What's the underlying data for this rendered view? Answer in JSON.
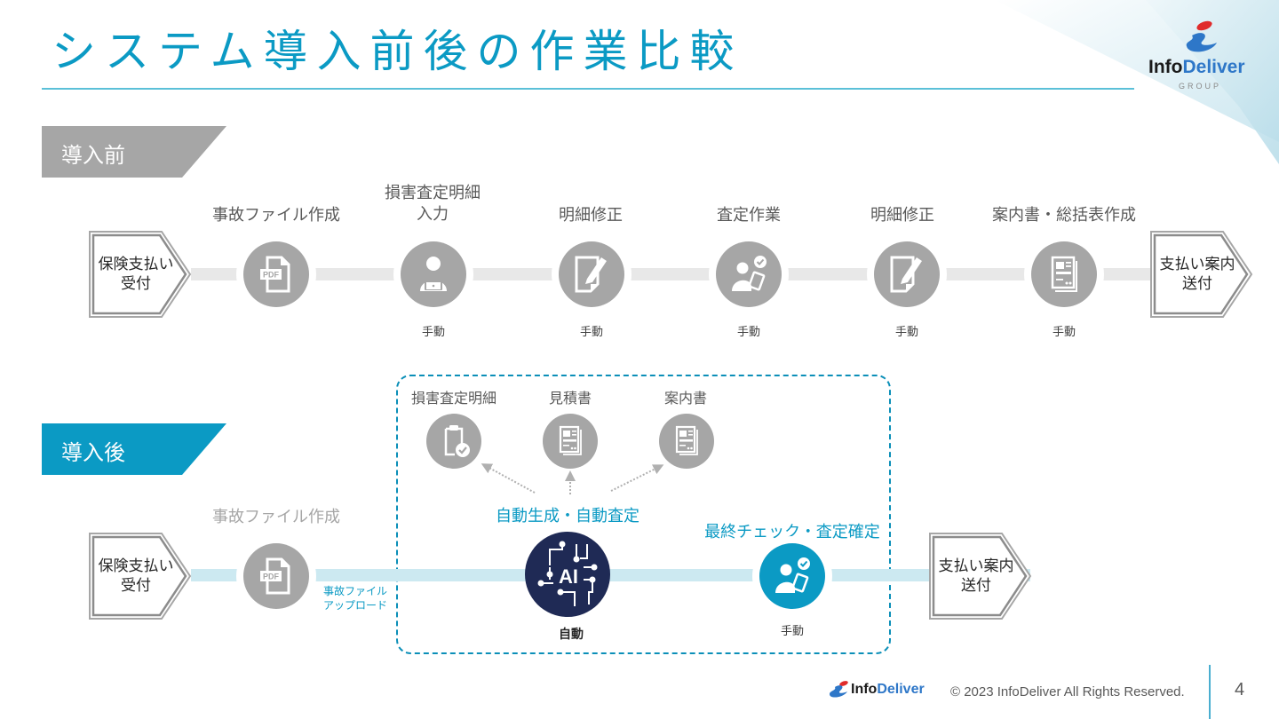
{
  "title": "システム導入前後の作業比較",
  "brand": {
    "name_part1": "Info",
    "name_part2": "Deliver",
    "group": "GROUP",
    "colors": {
      "accent": "#0b9ac4",
      "navy": "#1f2a55",
      "gray_icon": "#a6a6a6",
      "logo_blue": "#2e77c8",
      "logo_red": "#e02b2b"
    }
  },
  "before": {
    "banner": "導入前",
    "start": {
      "line1": "保険支払い",
      "line2": "受付"
    },
    "end": {
      "line1": "支払い案内",
      "line2": "送付"
    },
    "steps": [
      {
        "label_line1": "事故ファイル作成",
        "label_line2": "",
        "icon": "pdf-file-icon",
        "mode": ""
      },
      {
        "label_line1": "損害査定明細",
        "label_line2": "入力",
        "icon": "person-laptop-icon",
        "mode": "手動"
      },
      {
        "label_line1": "明細修正",
        "label_line2": "",
        "icon": "edit-document-icon",
        "mode": "手動"
      },
      {
        "label_line1": "査定作業",
        "label_line2": "",
        "icon": "person-check-tablet-icon",
        "mode": "手動"
      },
      {
        "label_line1": "明細修正",
        "label_line2": "",
        "icon": "edit-document-icon",
        "mode": "手動"
      },
      {
        "label_line1": "案内書・総括表作成",
        "label_line2": "",
        "icon": "document-icon",
        "mode": "手動"
      }
    ]
  },
  "after": {
    "banner": "導入後",
    "start": {
      "line1": "保険支払い",
      "line2": "受付"
    },
    "end": {
      "line1": "支払い案内",
      "line2": "送付"
    },
    "file_step": {
      "label": "事故ファイル作成",
      "icon": "pdf-file-icon"
    },
    "upload_note": {
      "line1": "事故ファイル",
      "line2": "アップロード"
    },
    "outputs": [
      {
        "label": "損害査定明細",
        "icon": "clipboard-check-icon"
      },
      {
        "label": "見積書",
        "icon": "document-icon"
      },
      {
        "label": "案内書",
        "icon": "document-icon"
      }
    ],
    "ai_step": {
      "label": "自動生成・自動査定",
      "icon_text": "AI",
      "mode": "自動"
    },
    "final_step": {
      "label": "最終チェック・査定確定",
      "mode": "手動"
    }
  },
  "footer": {
    "copyright": "© 2023 InfoDeliver All Rights Reserved.",
    "page_number": "4"
  }
}
